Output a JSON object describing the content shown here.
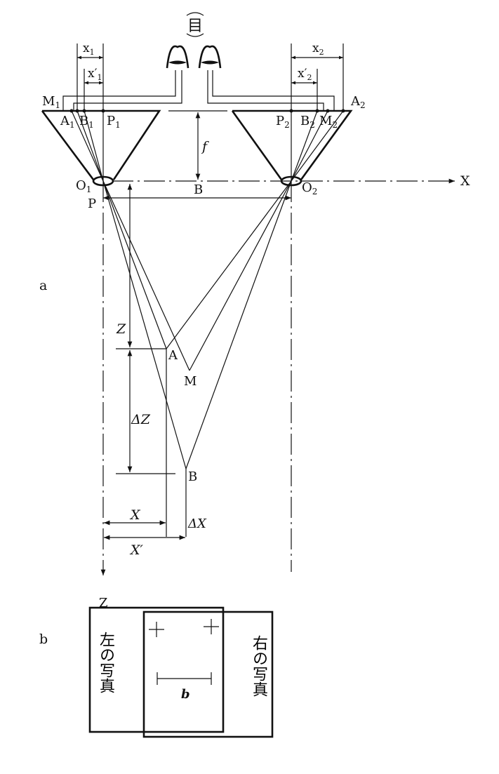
{
  "panel_a": {
    "panel_label": "a",
    "eye_symbol": "目",
    "labels": {
      "x1": "x",
      "x1_sub": "1",
      "x1p": "x′",
      "x1p_sub": "1",
      "x2": "x",
      "x2_sub": "2",
      "x2p": "x′",
      "x2p_sub": "2",
      "M1": "M",
      "M1_sub": "1",
      "A1": "A",
      "A1_sub": "1",
      "B1": "B",
      "B1_sub": "1",
      "P1": "P",
      "P1_sub": "1",
      "P2": "P",
      "P2_sub": "2",
      "B2": "B",
      "B2_sub": "2",
      "M2": "M",
      "M2_sub": "2",
      "A2": "A",
      "A2_sub": "2",
      "O1": "O",
      "O1_sub": "1",
      "O2": "O",
      "O2_sub": "2",
      "f": "f",
      "X_axis": "X",
      "P": "P",
      "B": "B",
      "Z": "Z",
      "dZ": "ΔZ",
      "A": "A",
      "M": "M",
      "Bpt": "B",
      "X": "X",
      "dX": "ΔX",
      "Xp": "X′",
      "Z_axis": "Z"
    }
  },
  "panel_b": {
    "panel_label": "b",
    "left_photo": "左の写真",
    "right_photo": "右の写真",
    "baseline": "b"
  }
}
